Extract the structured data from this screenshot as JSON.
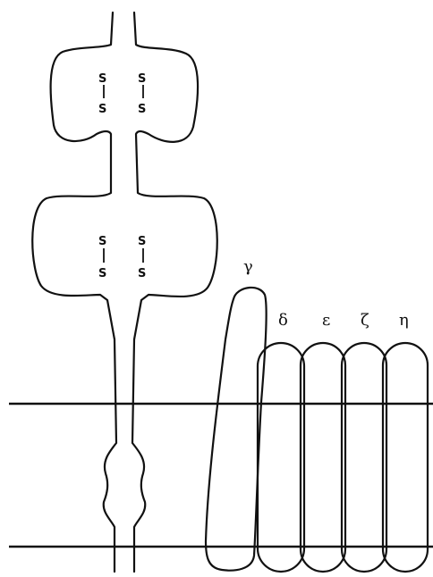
{
  "disulfide_labels": {
    "chain_left": [
      "S",
      "S",
      "S",
      "S"
    ],
    "chain_right": [
      "S",
      "S",
      "S",
      "S"
    ]
  },
  "subunits": [
    {
      "label": "γ"
    },
    {
      "label": "δ"
    },
    {
      "label": "ε"
    },
    {
      "label": "ζ"
    },
    {
      "label": "η"
    }
  ]
}
